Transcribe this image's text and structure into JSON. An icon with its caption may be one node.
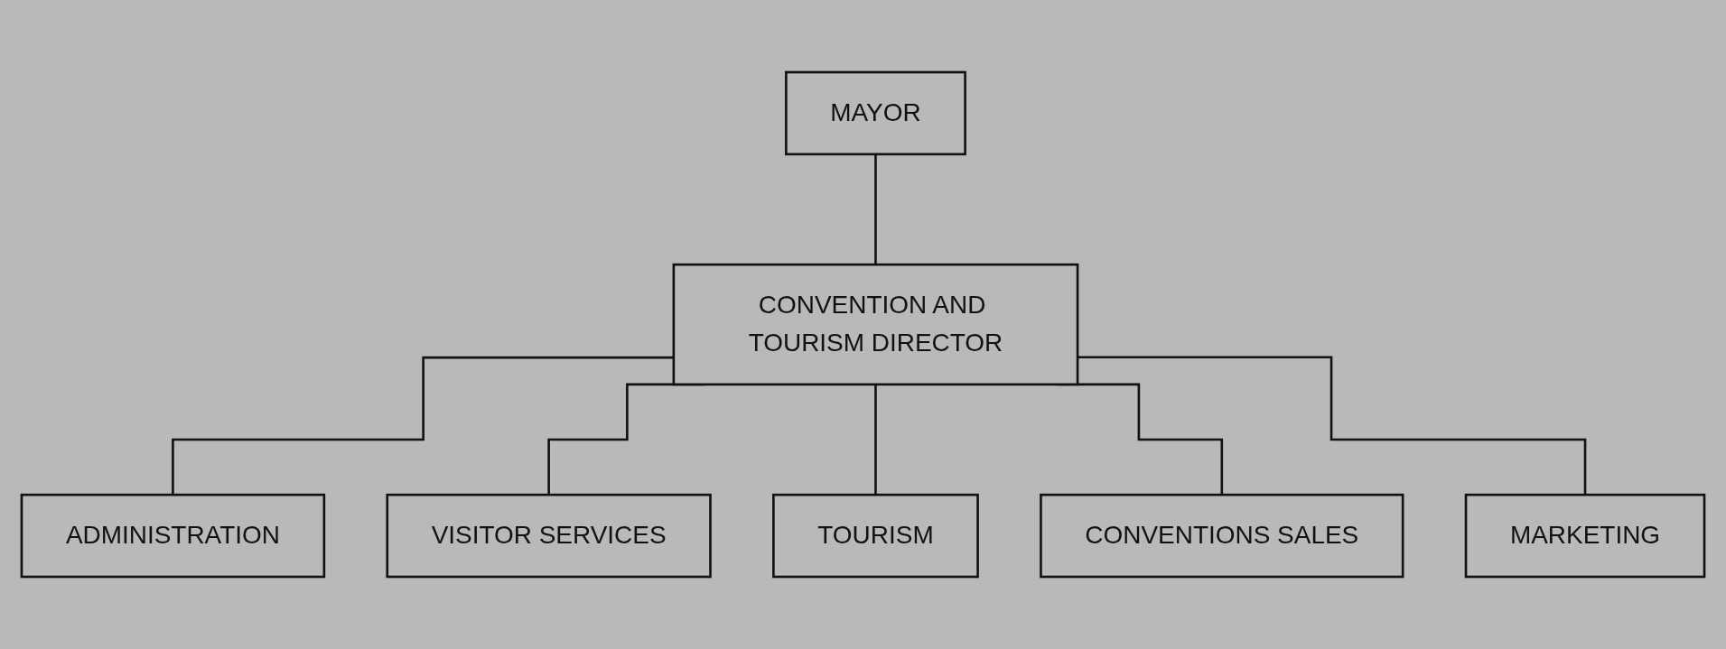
{
  "diagram": {
    "nodes": [
      {
        "text": [
          "MAYOR"
        ]
      },
      {
        "text": [
          "CONVENTION AND TOURISM DIRECTOR"
        ]
      },
      {
        "text": [
          "ADMINISTRATION"
        ]
      },
      {
        "text": [
          "VISITOR SERVICES"
        ]
      },
      {
        "text": [
          "TOURISM"
        ]
      },
      {
        "text": [
          "CONVENTIONS SALES"
        ]
      },
      {
        "text": [
          "MARKETING"
        ]
      }
    ],
    "edges": [
      {
        "from": 0,
        "to": 1,
        "arrow": "none"
      },
      {
        "from": 1,
        "to": 2,
        "arrow": "none"
      },
      {
        "from": 1,
        "to": 3,
        "arrow": "none"
      },
      {
        "from": 1,
        "to": 4,
        "arrow": "none"
      },
      {
        "from": 1,
        "to": 5,
        "arrow": "none"
      },
      {
        "from": 1,
        "to": 6,
        "arrow": "none"
      }
    ]
  }
}
